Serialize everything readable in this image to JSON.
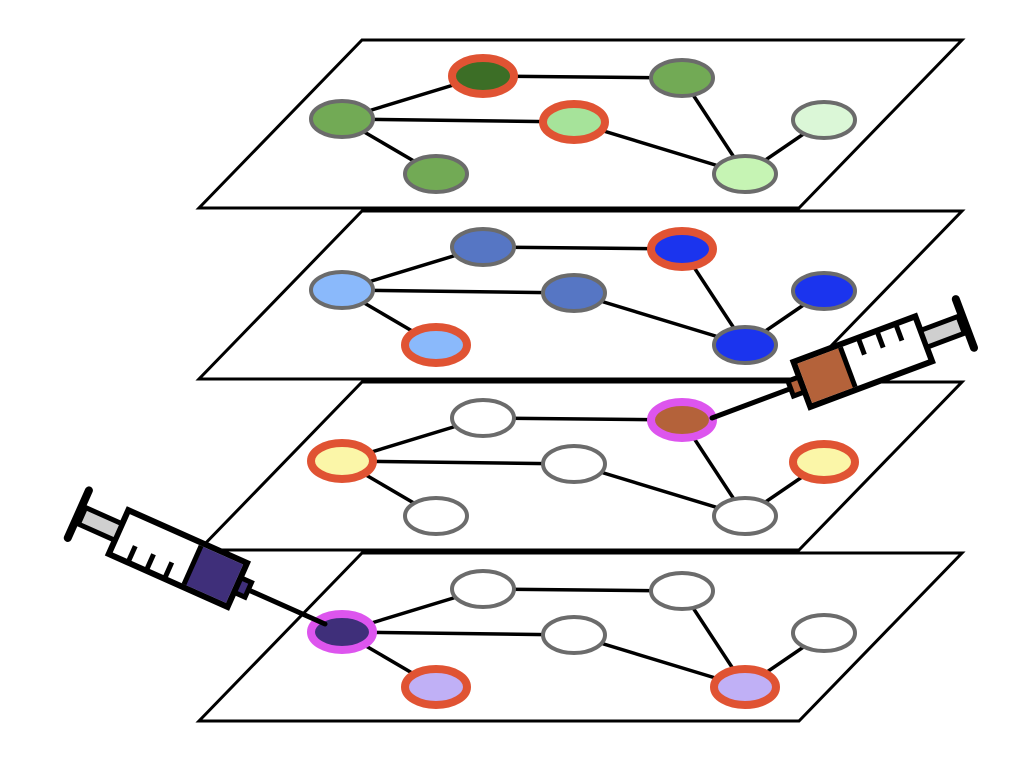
{
  "colors": {
    "background": "#ffffff",
    "plane_stroke": "#000000",
    "edge": "#000000",
    "node_border_default": "#6b6b6b",
    "node_border_highlight": "#e05333",
    "node_border_injected": "#dd55ee"
  },
  "layers": [
    {
      "id": "layer-1-top",
      "nodes": [
        {
          "id": "a",
          "fill": "#72aa55",
          "border": "default"
        },
        {
          "id": "b",
          "fill": "#3c6e26",
          "border": "highlight"
        },
        {
          "id": "c",
          "fill": "#72aa55",
          "border": "default"
        },
        {
          "id": "d",
          "fill": "#a6e39a",
          "border": "highlight"
        },
        {
          "id": "e",
          "fill": "#72aa55",
          "border": "default"
        },
        {
          "id": "f",
          "fill": "#c6f4b4",
          "border": "default"
        },
        {
          "id": "g",
          "fill": "#dbf7d7",
          "border": "default"
        }
      ]
    },
    {
      "id": "layer-2",
      "nodes": [
        {
          "id": "a",
          "fill": "#8ab9fb",
          "border": "default"
        },
        {
          "id": "b",
          "fill": "#5676c4",
          "border": "default"
        },
        {
          "id": "c",
          "fill": "#1b34ee",
          "border": "highlight"
        },
        {
          "id": "d",
          "fill": "#5676c4",
          "border": "default"
        },
        {
          "id": "e",
          "fill": "#8ab9fb",
          "border": "highlight"
        },
        {
          "id": "f",
          "fill": "#1b34ee",
          "border": "default"
        },
        {
          "id": "g",
          "fill": "#1b34ee",
          "border": "default"
        }
      ]
    },
    {
      "id": "layer-3",
      "nodes": [
        {
          "id": "a",
          "fill": "#fbf6a8",
          "border": "highlight"
        },
        {
          "id": "b",
          "fill": "#ffffff",
          "border": "default"
        },
        {
          "id": "c",
          "fill": "#b4623a",
          "border": "injected"
        },
        {
          "id": "d",
          "fill": "#ffffff",
          "border": "default"
        },
        {
          "id": "e",
          "fill": "#ffffff",
          "border": "default"
        },
        {
          "id": "f",
          "fill": "#ffffff",
          "border": "default"
        },
        {
          "id": "g",
          "fill": "#fbf6a8",
          "border": "highlight"
        }
      ]
    },
    {
      "id": "layer-4-bottom",
      "nodes": [
        {
          "id": "a",
          "fill": "#3f2f7a",
          "border": "injected"
        },
        {
          "id": "b",
          "fill": "#ffffff",
          "border": "default"
        },
        {
          "id": "c",
          "fill": "#ffffff",
          "border": "default"
        },
        {
          "id": "d",
          "fill": "#ffffff",
          "border": "default"
        },
        {
          "id": "e",
          "fill": "#c0b0f6",
          "border": "highlight"
        },
        {
          "id": "f",
          "fill": "#c0b0f6",
          "border": "highlight"
        },
        {
          "id": "g",
          "fill": "#ffffff",
          "border": "default"
        }
      ]
    }
  ],
  "edges": [
    [
      "a",
      "b"
    ],
    [
      "b",
      "c"
    ],
    [
      "a",
      "d"
    ],
    [
      "a",
      "e"
    ],
    [
      "d",
      "f"
    ],
    [
      "c",
      "f"
    ],
    [
      "f",
      "g"
    ]
  ],
  "syringes": [
    {
      "id": "syringe-right",
      "target_layer": 2,
      "target_node": "c",
      "fluid": "#b4623a",
      "pointing": "down-left"
    },
    {
      "id": "syringe-left",
      "target_layer": 3,
      "target_node": "a",
      "fluid": "#3f2f7a",
      "pointing": "down-right"
    }
  ]
}
